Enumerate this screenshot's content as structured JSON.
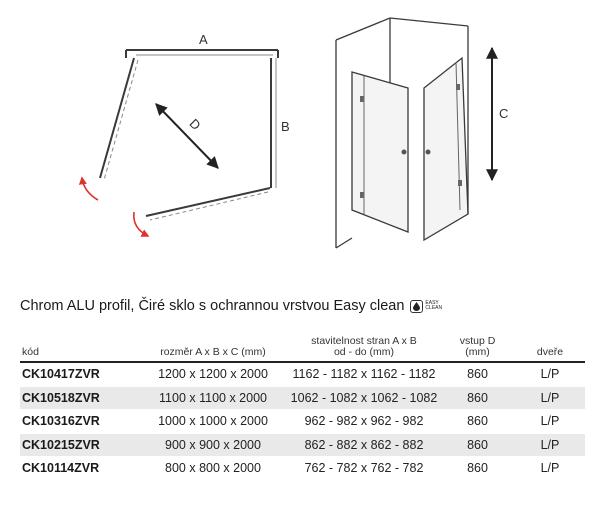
{
  "diagram": {
    "label_a": "A",
    "label_b": "B",
    "label_c": "C",
    "label_d": "D"
  },
  "title": "Chrom ALU profil, Čiré sklo s ochrannou vrstvou Easy clean",
  "badge": {
    "line1": "EASY",
    "line2": "CLEAN"
  },
  "table": {
    "headers": {
      "code": "kód",
      "dims": "rozměr A x B x C (mm)",
      "adjust_line1": "stavitelnost stran A x B",
      "adjust_line2": "od - do (mm)",
      "entry_line1": "vstup D",
      "entry_line2": "(mm)",
      "doors": "dveře"
    },
    "rows": [
      {
        "code": "CK10417ZVR",
        "dims": "1200 x 1200 x 2000",
        "adjust": "1162 - 1182 x 1162 - 1182",
        "entry": "860",
        "doors": "L/P"
      },
      {
        "code": "CK10518ZVR",
        "dims": "1100 x 1100 x 2000",
        "adjust": "1062 - 1082 x 1062 - 1082",
        "entry": "860",
        "doors": "L/P"
      },
      {
        "code": "CK10316ZVR",
        "dims": "1000 x 1000 x 2000",
        "adjust": "962 - 982 x 962 - 982",
        "entry": "860",
        "doors": "L/P"
      },
      {
        "code": "CK10215ZVR",
        "dims": "900 x 900 x 2000",
        "adjust": "862 - 882 x 862 - 882",
        "entry": "860",
        "doors": "L/P"
      },
      {
        "code": "CK10114ZVR",
        "dims": "800 x 800 x 2000",
        "adjust": "762 - 782 x 762 - 782",
        "entry": "860",
        "doors": "L/P"
      }
    ]
  },
  "colors": {
    "arrow_red": "#e0312e",
    "line": "#3a3a3a",
    "shade": "#e9e9e9"
  }
}
